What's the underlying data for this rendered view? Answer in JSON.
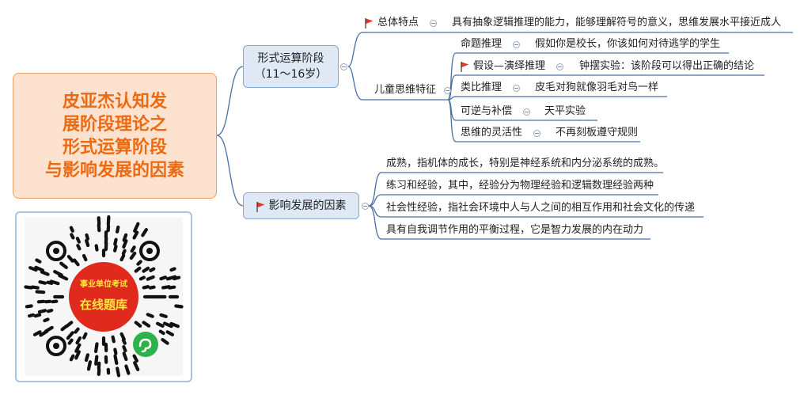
{
  "central": {
    "lines": [
      "皮亚杰认知发",
      "展阶段理论之",
      "形式运算阶段",
      "与影响发展的因素"
    ]
  },
  "branch1": {
    "title": "形式运算阶段",
    "subtitle": "（11～16岁）",
    "overall": {
      "label": "总体特点",
      "text": "具有抽象逻辑推理的能力，能够理解符号的意义，思维发展水平接近成人"
    },
    "thinking": {
      "label": "儿童思维特征",
      "items": [
        {
          "label": "命题推理",
          "text": "假如你是校长，你该如何对待逃学的学生",
          "flag": false
        },
        {
          "label": "假设—演绎推理",
          "text": "钟摆实验：该阶段可以得出正确的结论",
          "flag": true
        },
        {
          "label": "类比推理",
          "text": "皮毛对狗就像羽毛对鸟一样",
          "flag": false
        },
        {
          "label": "可逆与补偿",
          "text": "天平实验",
          "flag": false
        },
        {
          "label": "思维的灵活性",
          "text": "不再刻板遵守规则",
          "flag": false
        }
      ]
    }
  },
  "branch2": {
    "title": "影响发展的因素",
    "items": [
      "成熟，指机体的成长，特别是神经系统和内分泌系统的成熟。",
      "练习和经验，其中，经验分为物理经验和逻辑数理经验两种",
      "社会性经验，指社会环境中人与人之间的相互作用和社会文化的传递",
      "具有自我调节作用的平衡过程，它是智力发展的内在动力"
    ]
  },
  "qr": {
    "line1": "事业单位考试",
    "line2": "在线题库"
  },
  "colors": {
    "central_text": "#ec6a12",
    "central_bg": "#fde3cf",
    "branch_bg": "#dfe9f6",
    "line": "#4a6fa5",
    "flag": "#e8322d",
    "qr_red": "#e02a1d",
    "qr_yellow": "#ffe640"
  },
  "icons": [
    "flag-icon",
    "collapse-icon",
    "qr-code-icon",
    "mini-program-icon"
  ]
}
